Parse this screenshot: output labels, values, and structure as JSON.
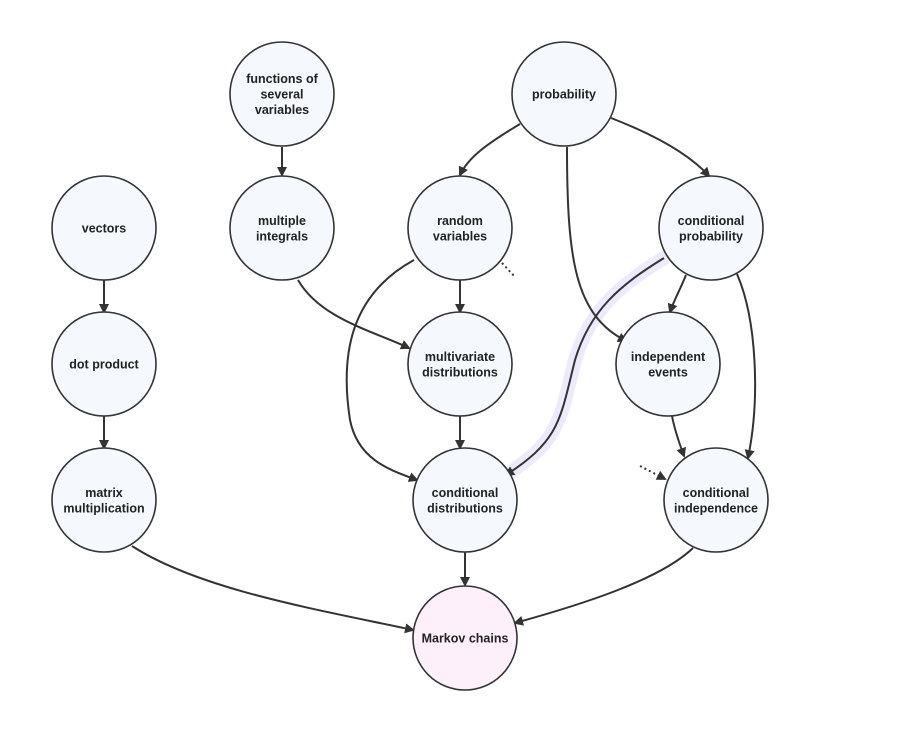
{
  "colors": {
    "node_fill": "#f5f9fd",
    "target_fill": "#fdf0fa",
    "stroke": "#333333",
    "highlight": "#dcd8fa"
  },
  "nodes": [
    {
      "id": "functions-of-several-variables",
      "lines": [
        "functions of",
        "several",
        "variables"
      ]
    },
    {
      "id": "probability",
      "lines": [
        "probability"
      ]
    },
    {
      "id": "vectors",
      "lines": [
        "vectors"
      ]
    },
    {
      "id": "multiple-integrals",
      "lines": [
        "multiple",
        "integrals"
      ]
    },
    {
      "id": "random-variables",
      "lines": [
        "random",
        "variables"
      ]
    },
    {
      "id": "conditional-probability",
      "lines": [
        "conditional",
        "probability"
      ]
    },
    {
      "id": "dot-product",
      "lines": [
        "dot product"
      ]
    },
    {
      "id": "multivariate-distributions",
      "lines": [
        "multivariate",
        "distributions"
      ]
    },
    {
      "id": "independent-events",
      "lines": [
        "independent",
        "events"
      ]
    },
    {
      "id": "matrix-multiplication",
      "lines": [
        "matrix",
        "multiplication"
      ]
    },
    {
      "id": "conditional-distributions",
      "lines": [
        "conditional",
        "distributions"
      ]
    },
    {
      "id": "conditional-independence",
      "lines": [
        "conditional",
        "independence"
      ]
    },
    {
      "id": "markov-chains",
      "lines": [
        "Markov chains"
      ],
      "target": true
    }
  ],
  "edges": [
    {
      "from": "functions-of-several-variables",
      "to": "multiple-integrals"
    },
    {
      "from": "probability",
      "to": "random-variables"
    },
    {
      "from": "probability",
      "to": "conditional-probability"
    },
    {
      "from": "probability",
      "to": "independent-events"
    },
    {
      "from": "vectors",
      "to": "dot-product"
    },
    {
      "from": "dot-product",
      "to": "matrix-multiplication"
    },
    {
      "from": "multiple-integrals",
      "to": "multivariate-distributions"
    },
    {
      "from": "random-variables",
      "to": "multivariate-distributions"
    },
    {
      "from": "random-variables",
      "to": "conditional-distributions"
    },
    {
      "from": "multivariate-distributions",
      "to": "conditional-distributions"
    },
    {
      "from": "conditional-probability",
      "to": "conditional-distributions",
      "highlighted": true
    },
    {
      "from": "conditional-probability",
      "to": "independent-events"
    },
    {
      "from": "conditional-probability",
      "to": "conditional-independence"
    },
    {
      "from": "independent-events",
      "to": "conditional-independence"
    },
    {
      "from": "matrix-multiplication",
      "to": "markov-chains"
    },
    {
      "from": "conditional-distributions",
      "to": "markov-chains"
    },
    {
      "from": "conditional-independence",
      "to": "markov-chains"
    }
  ],
  "stubs": [
    {
      "id": "random-variables-outgoing-stub"
    },
    {
      "id": "conditional-independence-incoming-stub"
    }
  ]
}
